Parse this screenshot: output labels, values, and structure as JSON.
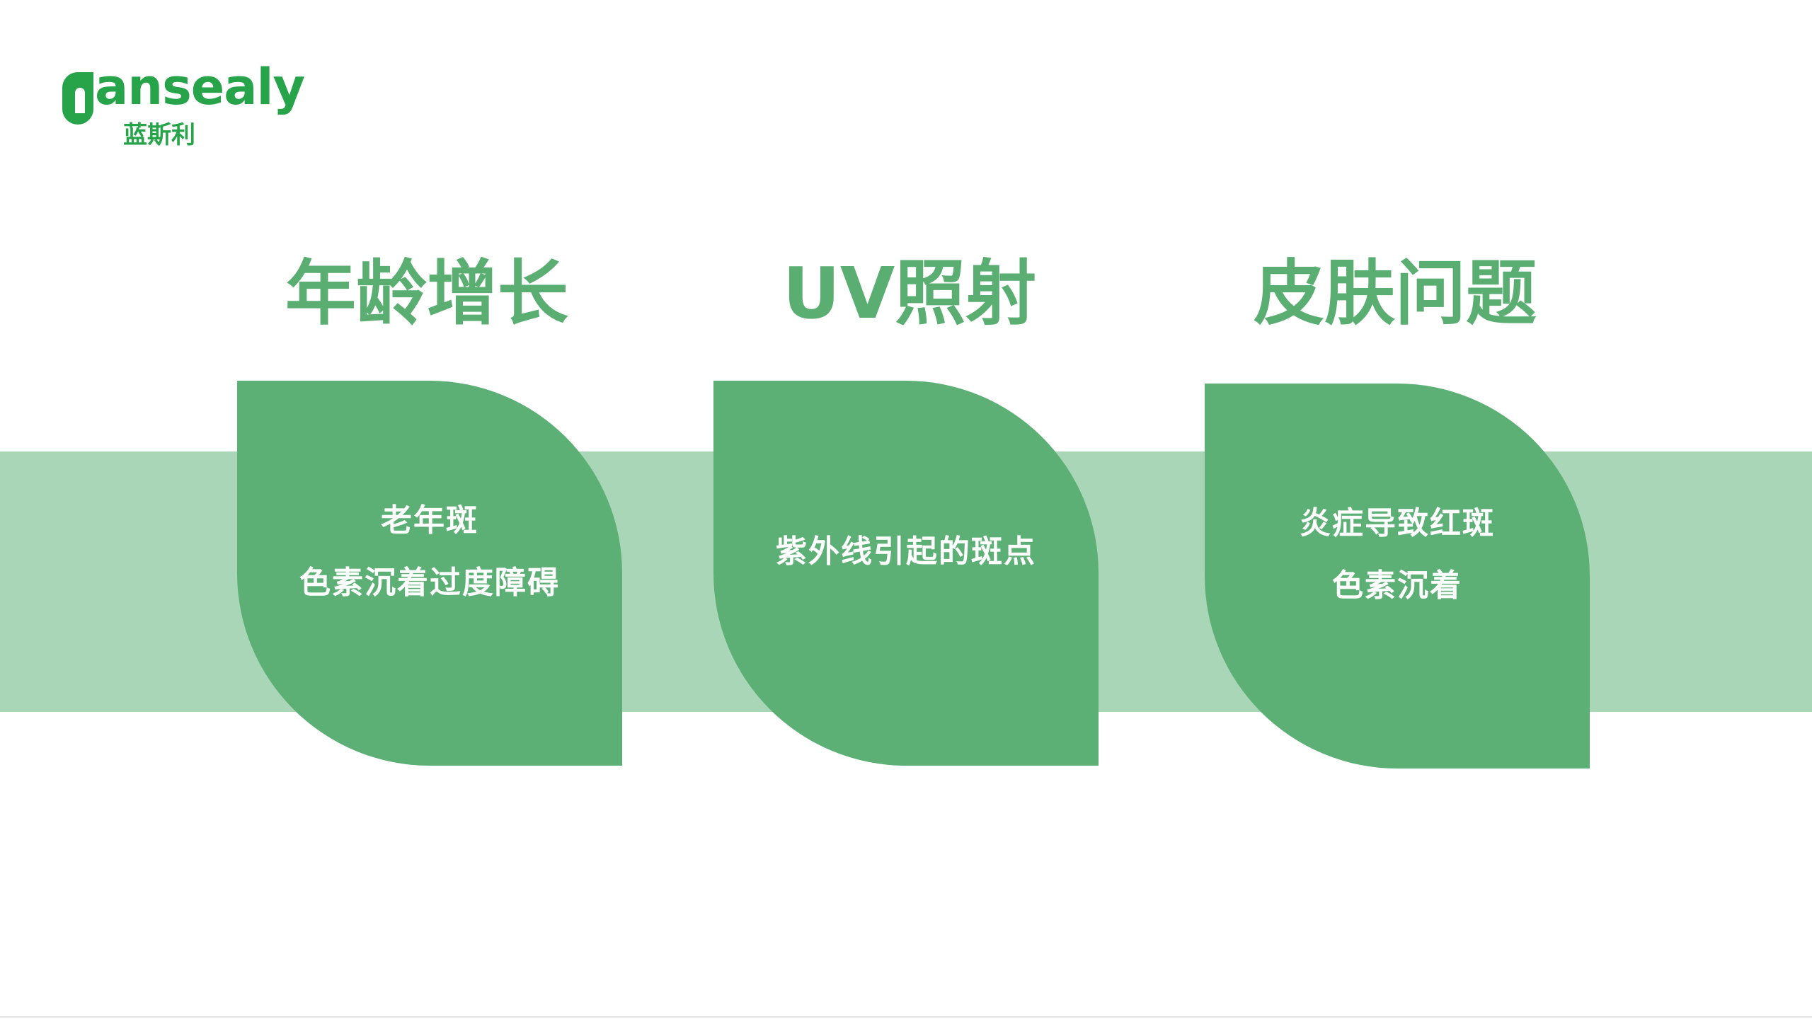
{
  "colors": {
    "brand": "#27A34A",
    "accent": "#5BAE72",
    "leaf": "#5DB075",
    "band": "#A9D6B6"
  },
  "logo": {
    "word": "ansealy",
    "chinese": "蓝斯利"
  },
  "columns": [
    {
      "title": "年龄增长",
      "lines": [
        "老年斑",
        "色素沉着过度障碍"
      ]
    },
    {
      "title": "UV照射",
      "lines": [
        "紫外线引起的斑点"
      ]
    },
    {
      "title": "皮肤问题",
      "lines": [
        "炎症导致红斑",
        "色素沉着"
      ]
    }
  ]
}
